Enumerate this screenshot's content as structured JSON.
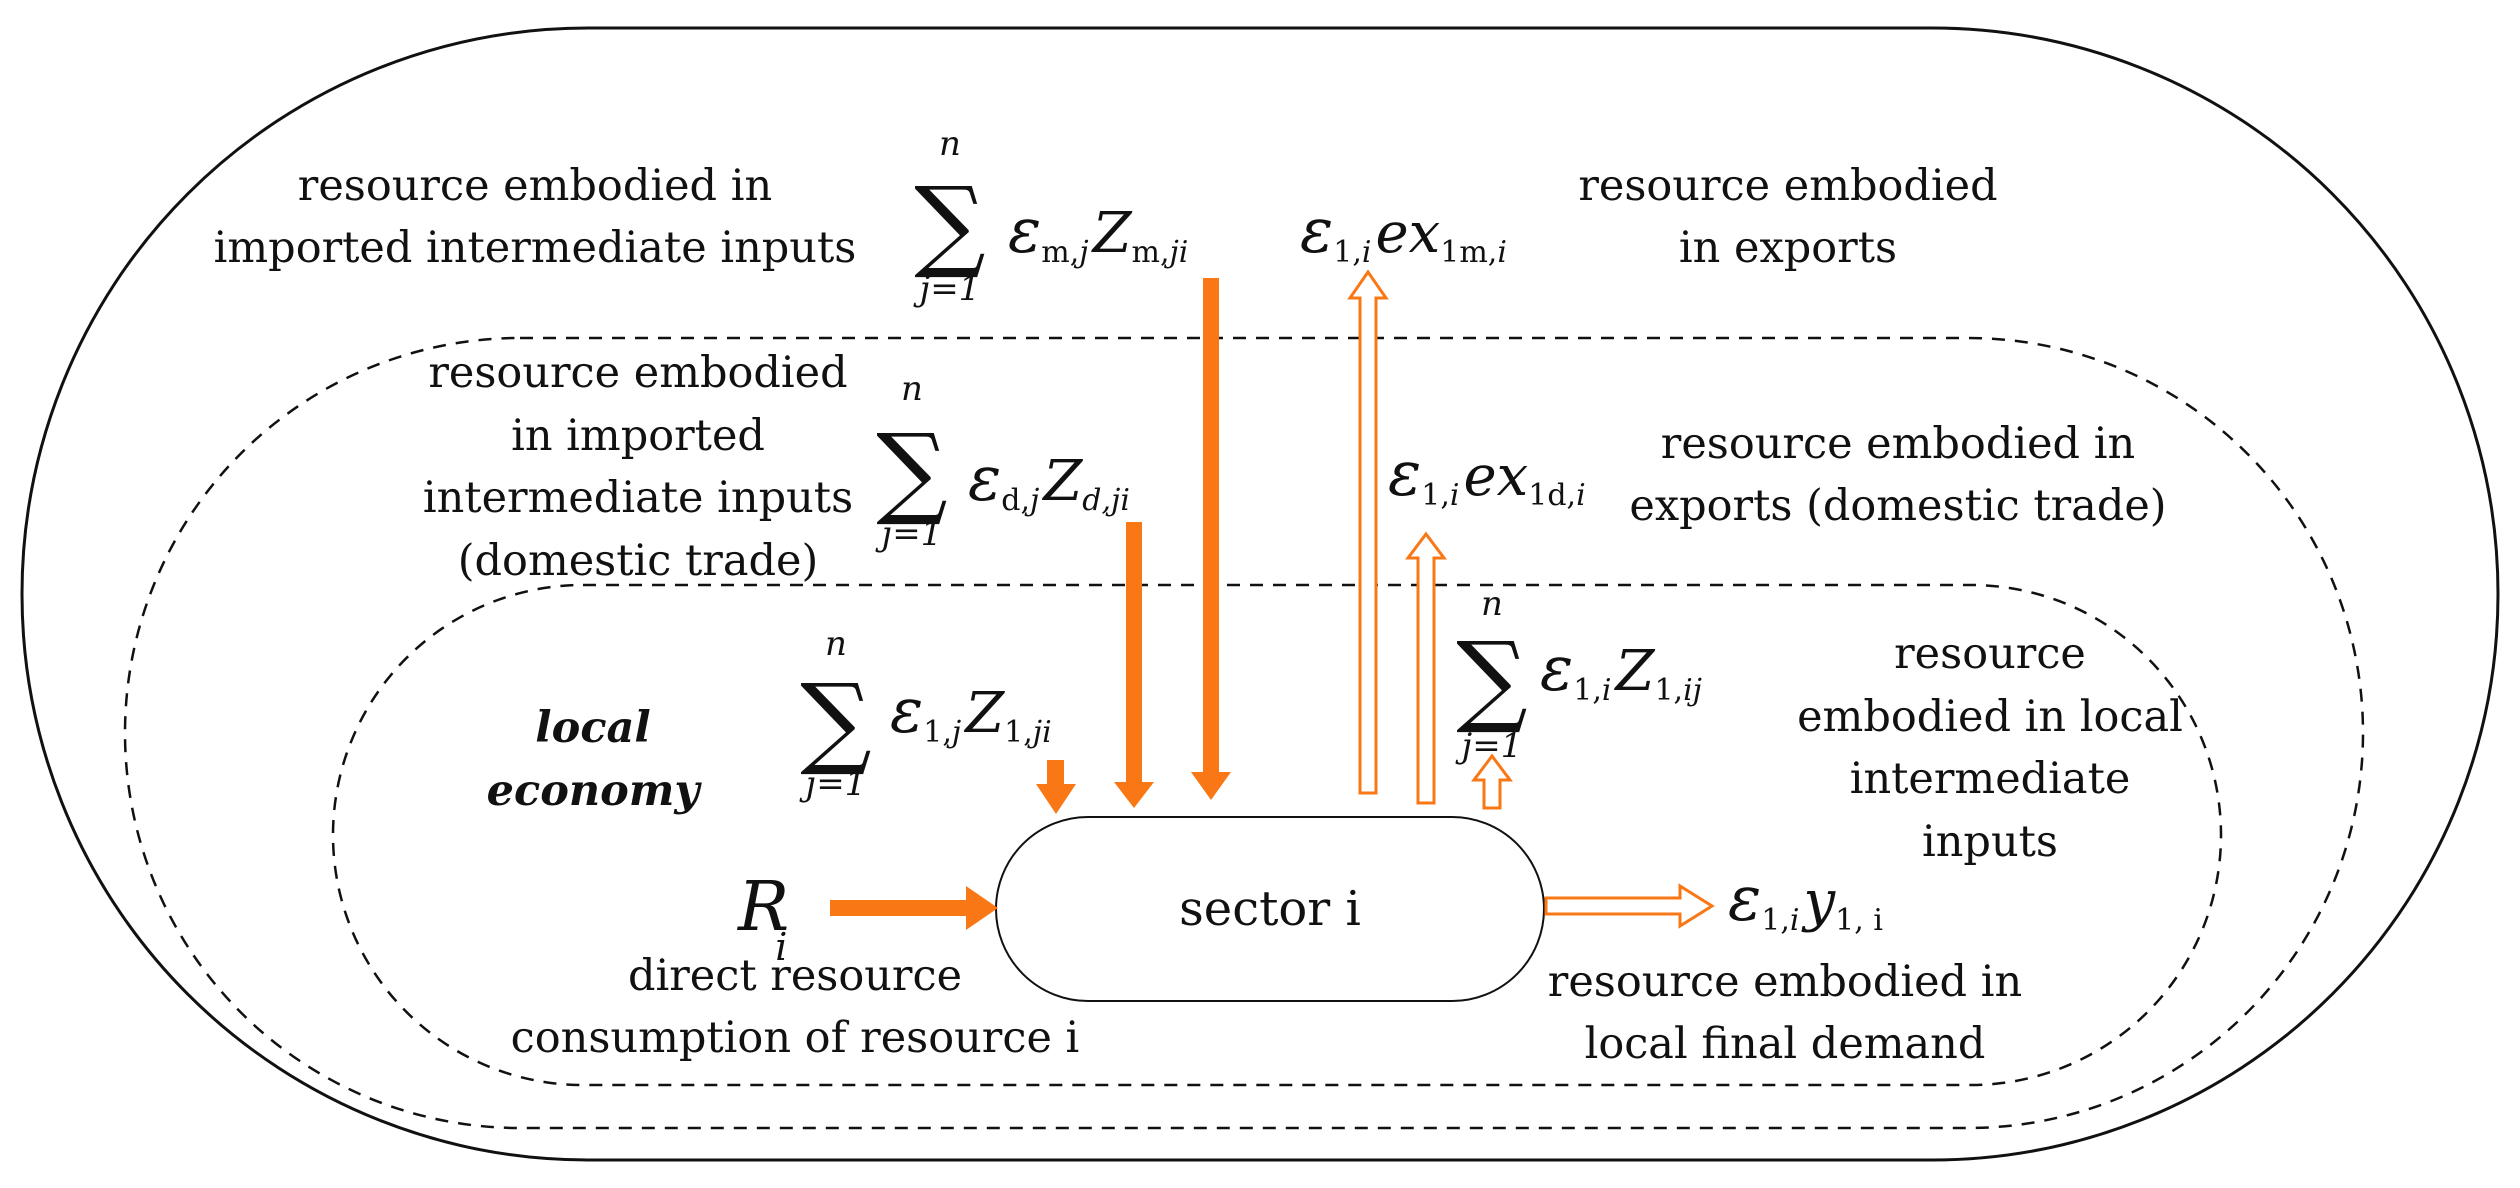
{
  "colors": {
    "accent": "#f97714",
    "line": "#111111",
    "background": "#ffffff"
  },
  "sector_box": {
    "label": "sector i"
  },
  "local_economy": {
    "line1": "local",
    "line2": "economy"
  },
  "labels": {
    "imported_line1": "resource embodied in",
    "imported_line2": "imported intermediate inputs",
    "exports_line1": "resource embodied",
    "exports_line2": "in exports",
    "domestic_import_line1": "resource embodied",
    "domestic_import_line2": "in imported",
    "domestic_import_line3": "intermediate inputs",
    "domestic_import_line4": "(domestic trade)",
    "domestic_export_line1": "resource embodied in",
    "domestic_export_line2": "exports (domestic trade)",
    "local_inter_line1": "resource",
    "local_inter_line2": "embodied in local",
    "local_inter_line3": "intermediate",
    "local_inter_line4": "inputs",
    "direct_line1": "direct resource",
    "direct_line2": "consumption of resource i",
    "final_line1": "resource embodied in",
    "final_line2": "local final demand"
  },
  "formulas": {
    "sum_symbol": "∑",
    "sum_upper": "n",
    "sum_lower": "j=1",
    "epsilon": "ε",
    "imported": {
      "eps_sub": "m,",
      "eps_sub_var": "j",
      "var": "Z",
      "var_sub": "m,",
      "var_sub_var": "ji"
    },
    "domestic_import": {
      "eps_sub": "d,",
      "eps_sub_var": "j",
      "var": "Z",
      "var_sub": "d",
      "var_sub_var": ",ji"
    },
    "local_import": {
      "eps_sub": "1,",
      "eps_sub_var": "j",
      "var": "Z",
      "var_sub": "1,",
      "var_sub_var": "ji"
    },
    "exports": {
      "eps_sub": "1,",
      "eps_sub_var": "i",
      "var": "ex",
      "var_sub": "1m,",
      "var_sub_var": "i"
    },
    "domestic_export": {
      "eps_sub": "1,",
      "eps_sub_var": "i",
      "var": "ex",
      "var_sub": "1d,",
      "var_sub_var": "i"
    },
    "local_inter": {
      "eps_sub": "1,",
      "eps_sub_var": "i",
      "var": "Z",
      "var_sub": "1,",
      "var_sub_var": "ij"
    },
    "final": {
      "eps_sub": "1,",
      "eps_sub_var": "i",
      "var": "y",
      "var_sub": "1, i",
      "var_sub_var": ""
    },
    "direct": {
      "var": "R",
      "var_sub": "i"
    }
  }
}
